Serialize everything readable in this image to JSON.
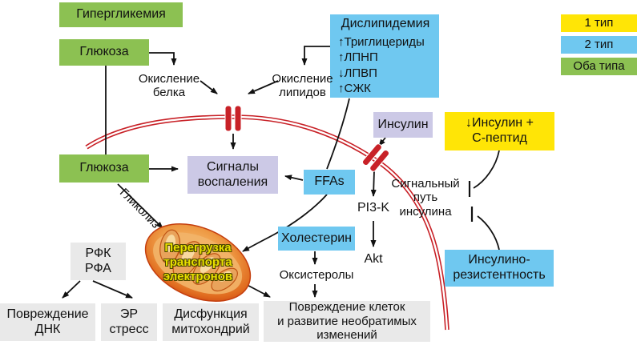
{
  "colors": {
    "green": "#8CC152",
    "blue": "#6FC8F0",
    "lavender": "#CCC9E6",
    "yellow": "#FFE506",
    "gray": "#E9E9E9",
    "red": "#C82127",
    "line": "#111111",
    "mito_text": "#E8DF00"
  },
  "legend": {
    "type1": "1 тип",
    "type2": "2 тип",
    "both": "Оба типа"
  },
  "nodes": {
    "hyperglycemia": "Гипергликемия",
    "glucose_top": "Глюкоза",
    "glucose_bottom": "Глюкоза",
    "dyslipidemia": {
      "title": "Дислипидемия",
      "items": [
        "↑Триглицериды",
        "↑ЛПНП",
        "↓ЛПВП",
        "↑СЖК"
      ]
    },
    "protein_oxidation": {
      "l1": "Окисление",
      "l2": "белка"
    },
    "lipid_oxidation": {
      "l1": "Окисление",
      "l2": "липидов"
    },
    "insulin": "Инсулин",
    "insulin_cpeptide": {
      "l1": "↓Инсулин +",
      "l2": "С-пептид"
    },
    "inflammation": {
      "l1": "Сигналы",
      "l2": "воспаления"
    },
    "ffas": "FFAs",
    "insulin_pathway": {
      "l1": "Сигнальный",
      "l2": "путь",
      "l3": "инсулина"
    },
    "pi3k": "PI3-K",
    "akt": "Akt",
    "cholesterol": "Холестерин",
    "oxysterols": "Оксистеролы",
    "insulin_resistance": {
      "l1": "Инсулино-",
      "l2": "резистентность"
    },
    "glycolysis": "Гликолиз",
    "mito_overload": {
      "l1": "Перегрузка",
      "l2": "транспорта",
      "l3": "электронов"
    },
    "ros": {
      "l1": "РФК",
      "l2": "РФА"
    },
    "dna_damage": {
      "l1": "Повреждение",
      "l2": "ДНК"
    },
    "er_stress": {
      "l1": "ЭР",
      "l2": "стресс"
    },
    "mito_dysfunction": {
      "l1": "Дисфункция",
      "l2": "митохондрий"
    },
    "cell_damage": {
      "l1": "Повреждение клеток",
      "l2": "и развитие необратимых",
      "l3": "изменений"
    }
  }
}
